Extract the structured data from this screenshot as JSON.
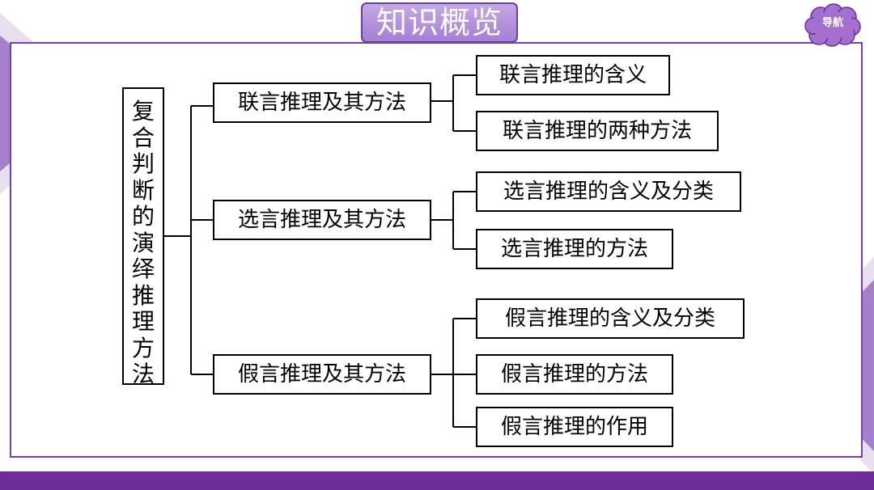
{
  "title": "知识概览",
  "nav": {
    "label": "导航"
  },
  "colors": {
    "accent": "#7c3fa3",
    "title_fill": "#b592de",
    "bottom_bar": "#6e2d98",
    "decor_light": "#e6dcf1",
    "decor_dark": "#a079c5"
  },
  "diagram": {
    "root": "复合判断的演绎推理方法",
    "branches": [
      {
        "label": "联言推理及其方法",
        "children": [
          "联言推理的含义",
          "联言推理的两种方法"
        ]
      },
      {
        "label": "选言推理及其方法",
        "children": [
          "选言推理的含义及分类",
          "选言推理的方法"
        ]
      },
      {
        "label": "假言推理及其方法",
        "children": [
          "假言推理的含义及分类",
          "假言推理的方法",
          "假言推理的作用"
        ]
      }
    ]
  }
}
